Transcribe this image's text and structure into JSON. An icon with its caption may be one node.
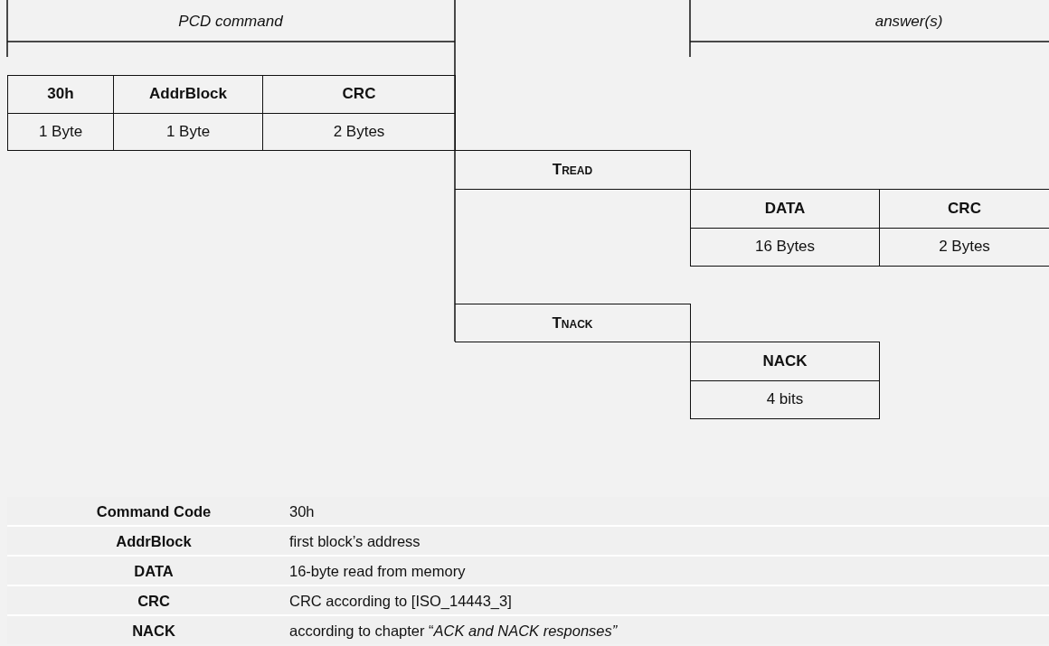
{
  "diagram": {
    "nodes": [
      {
        "text": [
          "30h",
          "1 Byte"
        ]
      },
      {
        "text": [
          "AddrBlock",
          "1 Byte"
        ]
      },
      {
        "text": [
          "CRC",
          "2 Bytes"
        ]
      },
      {
        "text": [
          "T$_{READ}$"
        ]
      },
      {
        "text": [
          "DATA",
          "16 Bytes"
        ]
      },
      {
        "text": [
          "CRC",
          "2 Bytes"
        ]
      },
      {
        "text": [
          "T$_{NACK}$"
        ]
      },
      {
        "text": [
          "NACK",
          "4 bits"
        ]
      }
    ],
    "labels": [
      "PCD command",
      "answer(s)",
      "Command Code",
      "30h",
      "AddrBlock",
      "first block’s address",
      "DATA",
      "16-byte read from memory",
      "CRC",
      "CRC according to [ISO_14443_3]",
      "NACK",
      "according to chapter “*ACK and NACK responses”*"
    ]
  }
}
